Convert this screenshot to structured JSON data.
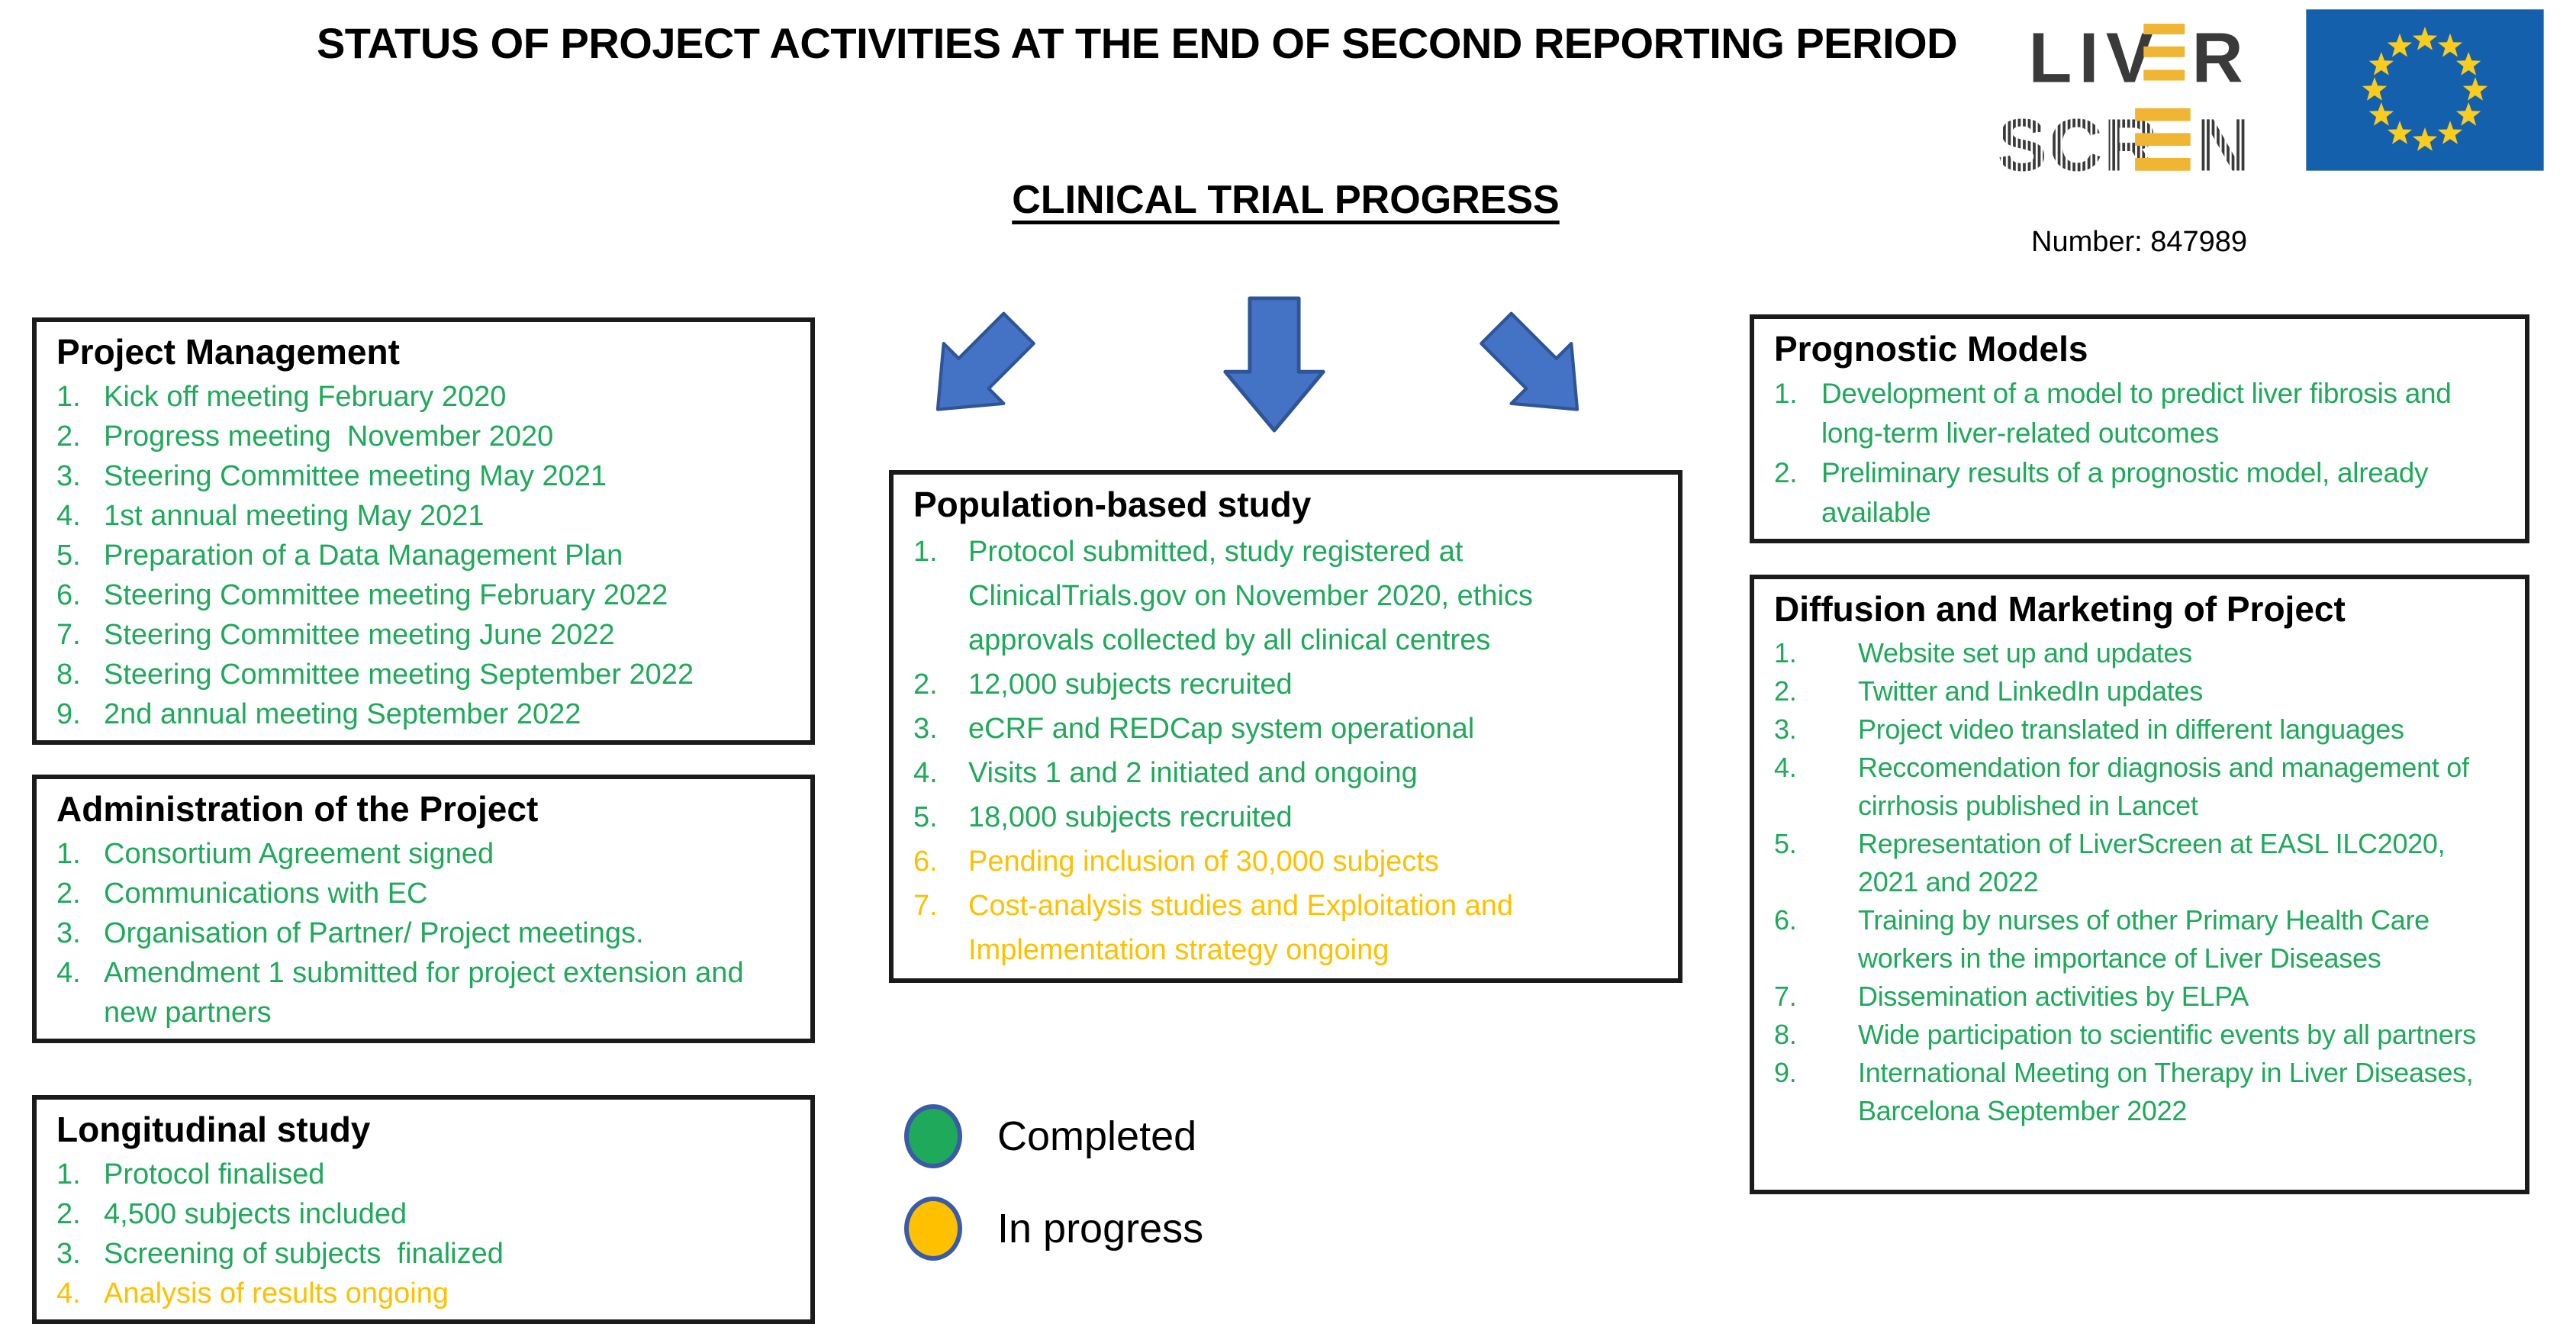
{
  "header": {
    "title": "STATUS OF PROJECT ACTIVITIES AT THE END OF SECOND REPORTING PERIOD",
    "subtitle": "CLINICAL TRIAL PROGRESS",
    "grant_number": "Number: 847989",
    "logo": {
      "line1_pre": "LIV",
      "line1_post": "R",
      "line2_pre": "SCR",
      "line2_post": "N",
      "name": "LiverScreen logo",
      "flag_name": "European Union flag"
    }
  },
  "colors": {
    "completed_green": "#1FA95A",
    "in_progress_yellow": "#FFC000",
    "arrow_blue": "#4472C4",
    "arrow_outline": "#2F5597",
    "flag_blue": "#1560AD",
    "star_gold": "#FACC1E",
    "logo_amber": "#F0B533",
    "logo_dark": "#3A3A3A"
  },
  "boxes": {
    "project_management": {
      "title": "Project Management",
      "items": [
        {
          "num": "1.",
          "text": "Kick off meeting February 2020",
          "status": "completed"
        },
        {
          "num": "2.",
          "text": "Progress meeting  November 2020",
          "status": "completed"
        },
        {
          "num": "3.",
          "text": "Steering Committee meeting May 2021",
          "status": "completed"
        },
        {
          "num": "4.",
          "text": "1st annual meeting May 2021",
          "status": "completed"
        },
        {
          "num": "5.",
          "text": "Preparation of a Data Management Plan",
          "status": "completed"
        },
        {
          "num": "6.",
          "text": "Steering Committee meeting February 2022",
          "status": "completed"
        },
        {
          "num": "7.",
          "text": "Steering Committee meeting June 2022",
          "status": "completed"
        },
        {
          "num": "8.",
          "text": "Steering Committee meeting September 2022",
          "status": "completed"
        },
        {
          "num": "9.",
          "text": "2nd annual meeting September 2022",
          "status": "completed"
        }
      ]
    },
    "administration": {
      "title": "Administration of the Project",
      "items": [
        {
          "num": "1.",
          "text": "Consortium Agreement signed",
          "status": "completed"
        },
        {
          "num": "2.",
          "text": "Communications with EC",
          "status": "completed"
        },
        {
          "num": "3.",
          "text": "Organisation of Partner/ Project meetings.",
          "status": "completed"
        },
        {
          "num": "4.",
          "text": "Amendment 1 submitted for project extension and new partners",
          "status": "completed"
        }
      ]
    },
    "longitudinal": {
      "title": "Longitudinal study",
      "items": [
        {
          "num": "1.",
          "text": "Protocol finalised",
          "status": "completed"
        },
        {
          "num": "2.",
          "text": "4,500 subjects included",
          "status": "completed"
        },
        {
          "num": "3.",
          "text": "Screening of subjects  finalized",
          "status": "completed"
        },
        {
          "num": "4.",
          "text": "Analysis of results ongoing",
          "status": "in_progress"
        }
      ]
    },
    "population": {
      "title": "Population-based study",
      "items": [
        {
          "num": "1.",
          "text": "Protocol submitted, study registered at ClinicalTrials.gov on November 2020, ethics approvals collected by all clinical centres",
          "status": "completed"
        },
        {
          "num": "2.",
          "text": "12,000 subjects recruited",
          "status": "completed"
        },
        {
          "num": "3.",
          "text": "eCRF and REDCap system operational",
          "status": "completed"
        },
        {
          "num": "4.",
          "text": "Visits 1 and 2 initiated and ongoing",
          "status": "completed"
        },
        {
          "num": "5.",
          "text": "18,000 subjects recruited",
          "status": "completed"
        },
        {
          "num": "6.",
          "text": "Pending inclusion of 30,000 subjects",
          "status": "in_progress"
        },
        {
          "num": "7.",
          "text": "Cost-analysis studies and Exploitation and Implementation strategy ongoing",
          "status": "in_progress"
        }
      ]
    },
    "prognostic": {
      "title": "Prognostic Models",
      "items": [
        {
          "num": "1.",
          "text": "Development of a model to predict liver fibrosis and long-term liver-related outcomes",
          "status": "completed"
        },
        {
          "num": "2.",
          "text": "Preliminary results of a prognostic model, already available",
          "status": "completed"
        }
      ]
    },
    "diffusion": {
      "title": "Diffusion and Marketing of Project",
      "items": [
        {
          "num": "1.",
          "text": "Website set up and updates",
          "status": "completed"
        },
        {
          "num": "2.",
          "text": "Twitter and LinkedIn updates",
          "status": "completed"
        },
        {
          "num": "3.",
          "text": "Project video translated in different languages",
          "status": "completed"
        },
        {
          "num": "4.",
          "text": "Reccomendation for diagnosis and management of cirrhosis published in Lancet",
          "status": "completed"
        },
        {
          "num": "5.",
          "text": "Representation of LiverScreen at EASL ILC2020, 2021 and 2022",
          "status": "completed"
        },
        {
          "num": "6.",
          "text": "Training by nurses of other Primary Health Care  workers in the importance of Liver Diseases",
          "status": "completed"
        },
        {
          "num": "7.",
          "text": "Dissemination activities by ELPA",
          "status": "completed"
        },
        {
          "num": "8.",
          "text": "Wide participation to scientific events by all partners",
          "status": "completed"
        },
        {
          "num": "9.",
          "text": "International Meeting on Therapy in Liver Diseases, Barcelona September 2022",
          "status": "completed"
        }
      ]
    }
  },
  "legend": {
    "completed_label": "Completed",
    "in_progress_label": "In progress"
  }
}
